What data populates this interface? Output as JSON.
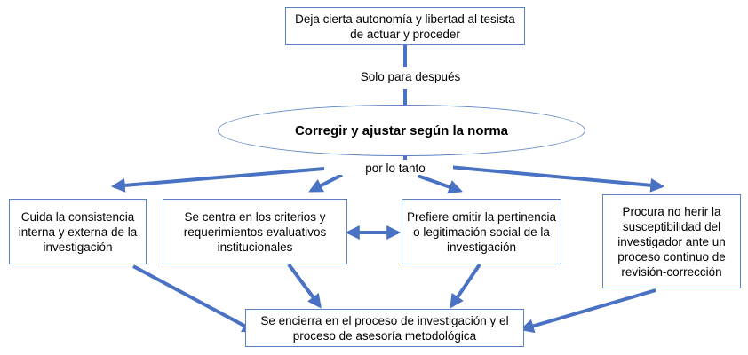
{
  "nodes": {
    "top": "Deja cierta autonomía y libertad al tesista de actuar y proceder",
    "label_after": "Solo para después",
    "center": "Corregir y ajustar según la norma",
    "label_therefore": "por lo tanto",
    "box1": "Cuida la consistencia interna y externa de la investigación",
    "box2": "Se centra en los criterios y requerimientos evaluativos institucionales",
    "box3": "Prefiere omitir la pertinencia o legitimación social de la investigación",
    "box4": "Procura no herir la susceptibilidad del investigador ante un proceso continuo de revisión-corrección",
    "bottom": "Se encierra en el proceso de investigación y el proceso de asesoría metodológica"
  },
  "colors": {
    "arrow": "#4a72c4",
    "border": "#5b82c4"
  }
}
